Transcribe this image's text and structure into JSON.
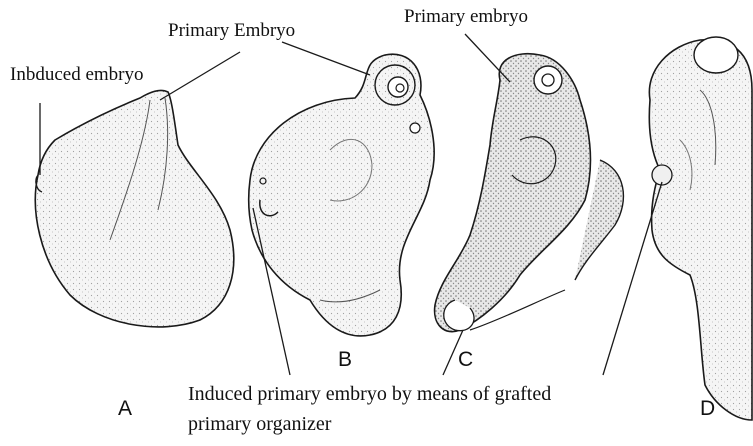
{
  "labels": {
    "primary_embryo_b": "Primary Embryo",
    "primary_embryo_c": "Primary embryo",
    "induced_embryo": "Inbduced embryo",
    "caption_line1": "Induced primary embryo  by means of grafted",
    "caption_line2": "primary organizer"
  },
  "panels": [
    "A",
    "B",
    "C",
    "D"
  ],
  "colors": {
    "stroke": "#1a1a1a",
    "fill": "#f4f4f4",
    "stipple": "#9a9a9a"
  }
}
